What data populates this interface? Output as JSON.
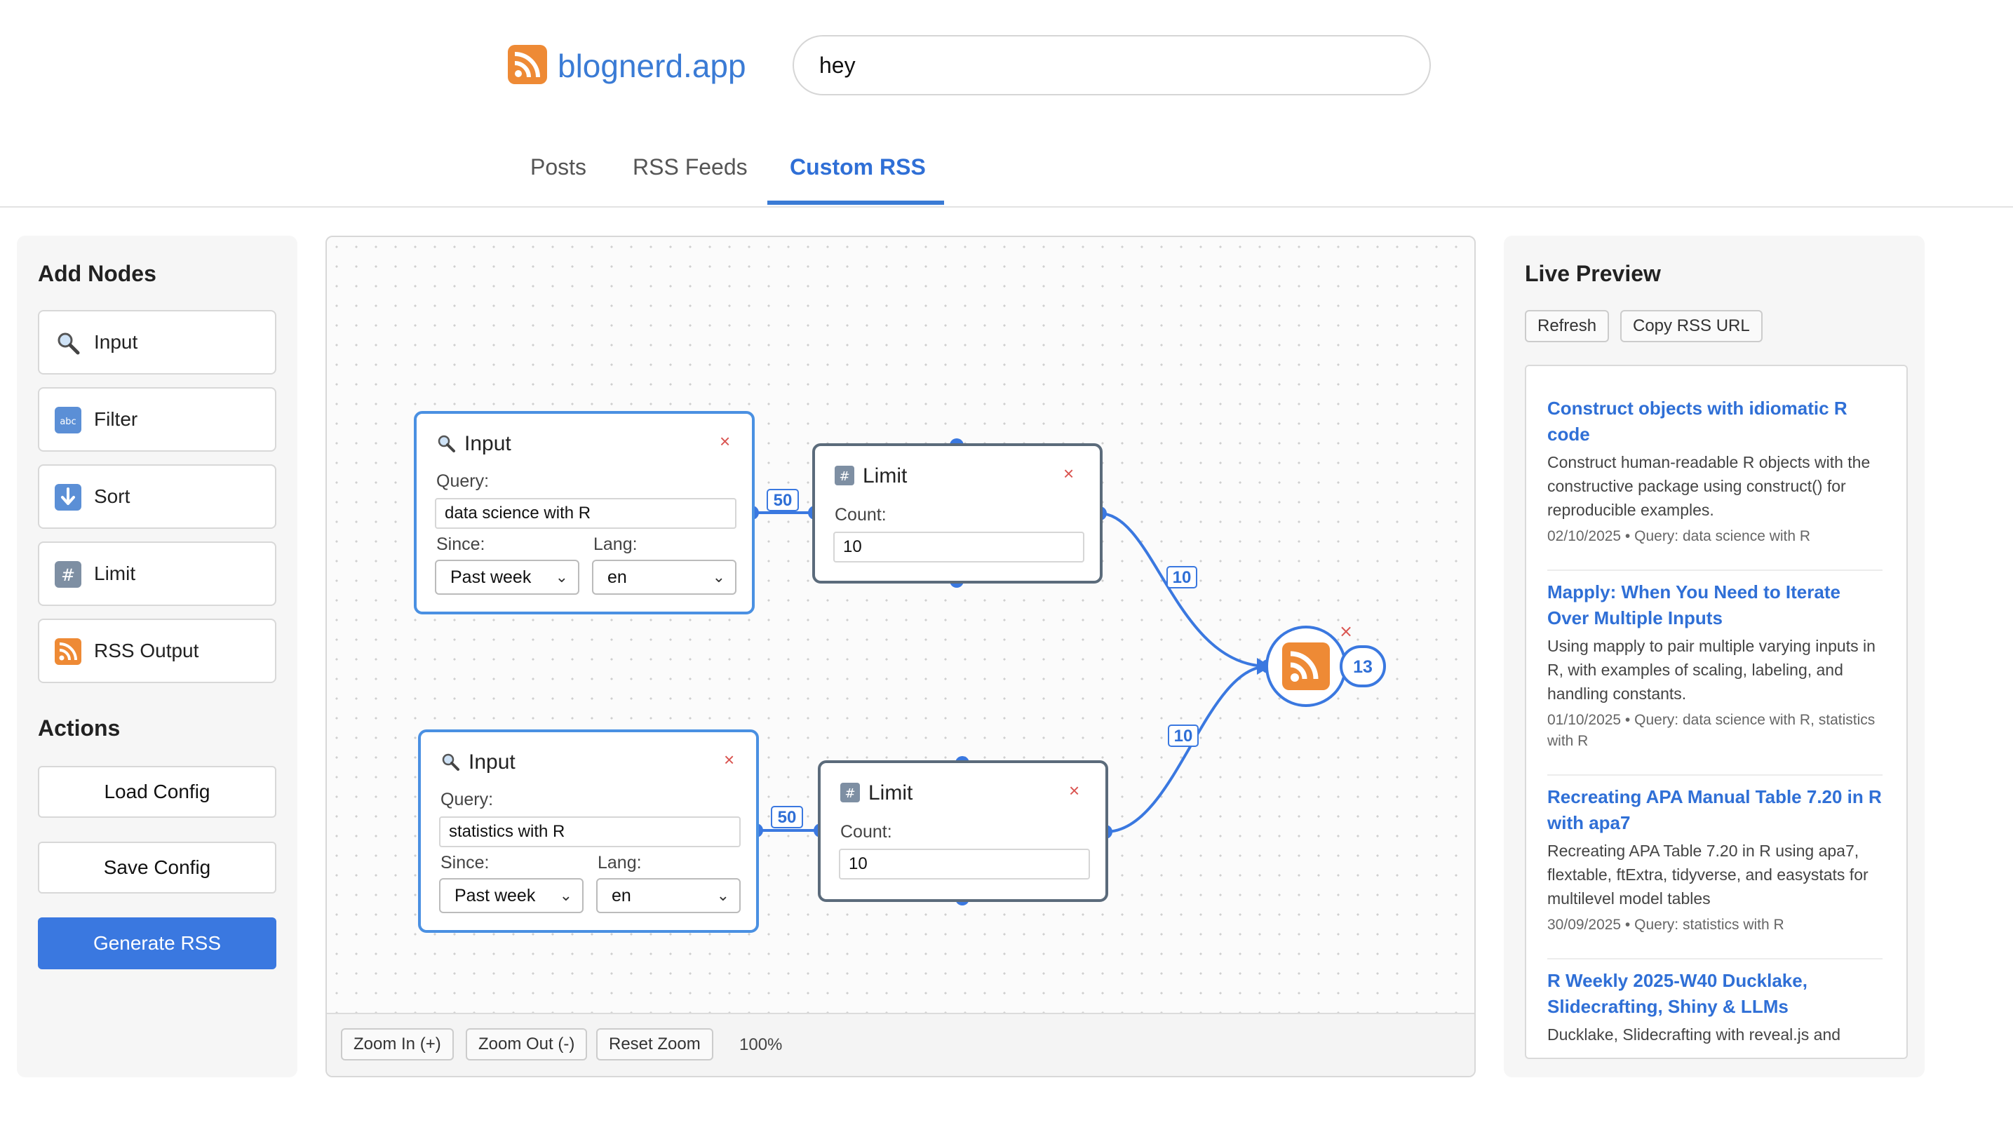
{
  "brand": {
    "name": "blognerd.app",
    "icon": "rss-icon",
    "color": "#ee8a35"
  },
  "search": {
    "value": "hey"
  },
  "tabs": [
    {
      "label": "Posts",
      "active": false
    },
    {
      "label": "RSS Feeds",
      "active": false
    },
    {
      "label": "Custom RSS",
      "active": true
    }
  ],
  "sidebar": {
    "add_title": "Add Nodes",
    "nodes": [
      {
        "label": "Input",
        "icon": "magnifier-icon"
      },
      {
        "label": "Filter",
        "icon": "abc-icon"
      },
      {
        "label": "Sort",
        "icon": "down-arrow-icon"
      },
      {
        "label": "Limit",
        "icon": "hash-icon"
      },
      {
        "label": "RSS Output",
        "icon": "rss-icon"
      }
    ],
    "actions_title": "Actions",
    "actions": {
      "load": "Load Config",
      "save": "Save Config",
      "generate": "Generate RSS"
    }
  },
  "canvas": {
    "input1": {
      "title": "Input",
      "query_label": "Query:",
      "query": "data science with R",
      "since_label": "Since:",
      "since": "Past week",
      "lang_label": "Lang:",
      "lang": "en"
    },
    "input2": {
      "title": "Input",
      "query_label": "Query:",
      "query": "statistics with R",
      "since_label": "Since:",
      "since": "Past week",
      "lang_label": "Lang:",
      "lang": "en"
    },
    "limit1": {
      "title": "Limit",
      "count_label": "Count:",
      "count": "10"
    },
    "limit2": {
      "title": "Limit",
      "count_label": "Count:",
      "count": "10"
    },
    "output": {
      "count": "13"
    },
    "edges": {
      "in1_limit1": "50",
      "in2_limit2": "50",
      "limit1_out": "10",
      "limit2_out": "10"
    },
    "close": "×",
    "zoom": {
      "in": "Zoom In (+)",
      "out": "Zoom Out (-)",
      "reset": "Reset Zoom",
      "level": "100%"
    }
  },
  "preview": {
    "title": "Live Preview",
    "refresh": "Refresh",
    "copy": "Copy RSS URL",
    "items": [
      {
        "title": "Construct objects with idiomatic R code",
        "desc": "Construct human-readable R objects with the constructive package using construct() for reproducible examples.",
        "meta": "02/10/2025 • Query: data science with R"
      },
      {
        "title": "Mapply: When You Need to Iterate Over Multiple Inputs",
        "desc": "Using mapply to pair multiple varying inputs in R, with examples of scaling, labeling, and handling constants.",
        "meta": "01/10/2025 • Query: data science with R, statistics with R"
      },
      {
        "title": "Recreating APA Manual Table 7.20 in R with apa7",
        "desc": "Recreating APA Table 7.20 in R using apa7, flextable, ftExtra, tidyverse, and easystats for multilevel model tables",
        "meta": "30/09/2025 • Query: statistics with R"
      },
      {
        "title": "R Weekly 2025-W40 Ducklake, Slidecrafting, Shiny & LLMs",
        "desc": "Ducklake, Slidecrafting with reveal.js and",
        "meta": ""
      }
    ]
  },
  "colors": {
    "accent": "#3a7bd5",
    "rss": "#ee8a35",
    "close": "#d9534f",
    "edge": "#3a78e0"
  }
}
